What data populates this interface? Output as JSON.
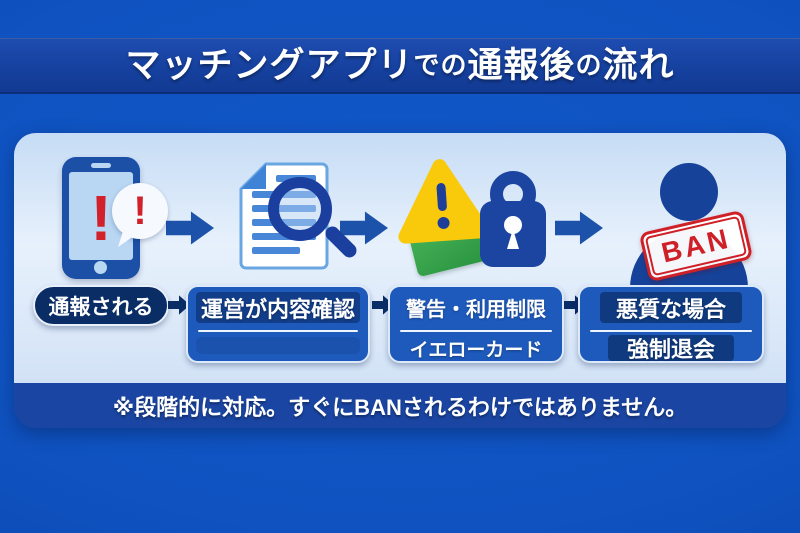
{
  "title": {
    "segments": [
      {
        "text": "マッチングアプリ",
        "size": "large"
      },
      {
        "text": "での",
        "size": "small"
      },
      {
        "text": "通報後",
        "size": "large"
      },
      {
        "text": "の",
        "size": "small"
      },
      {
        "text": "流れ",
        "size": "large"
      }
    ]
  },
  "flow": {
    "steps": [
      {
        "icon": "phone-alert-icon",
        "label": "通報される"
      },
      {
        "icon": "document-search-icon",
        "label": "運営が内容確認"
      },
      {
        "icon": "warning-lock-icon",
        "label": "警告・利用制限",
        "sub": "イエローカード"
      },
      {
        "icon": "banned-user-icon",
        "label": "悪質な場合",
        "sub": "強制退会"
      }
    ],
    "ban_stamp_text": "BAN",
    "exclamation": "!"
  },
  "footnote": "※段階的に対応。すぐにBANされるわけではありません。",
  "colors": {
    "background_blue": "#0f52c0",
    "title_bar_blue": "#16419f",
    "panel_light_blue": "#dcebfa",
    "note_bar_blue": "#1a45a2",
    "pill_navy": "#0a2d66",
    "box_blue": "#1e5abc",
    "box_highlight_navy": "#0f3a80",
    "arrow_blue": "#1d52ab",
    "alert_red": "#d2212b",
    "stamp_red": "#cf2028",
    "warning_yellow": "#f9ca0b",
    "card_green": "#32a24b",
    "icon_navy": "#16429a"
  }
}
